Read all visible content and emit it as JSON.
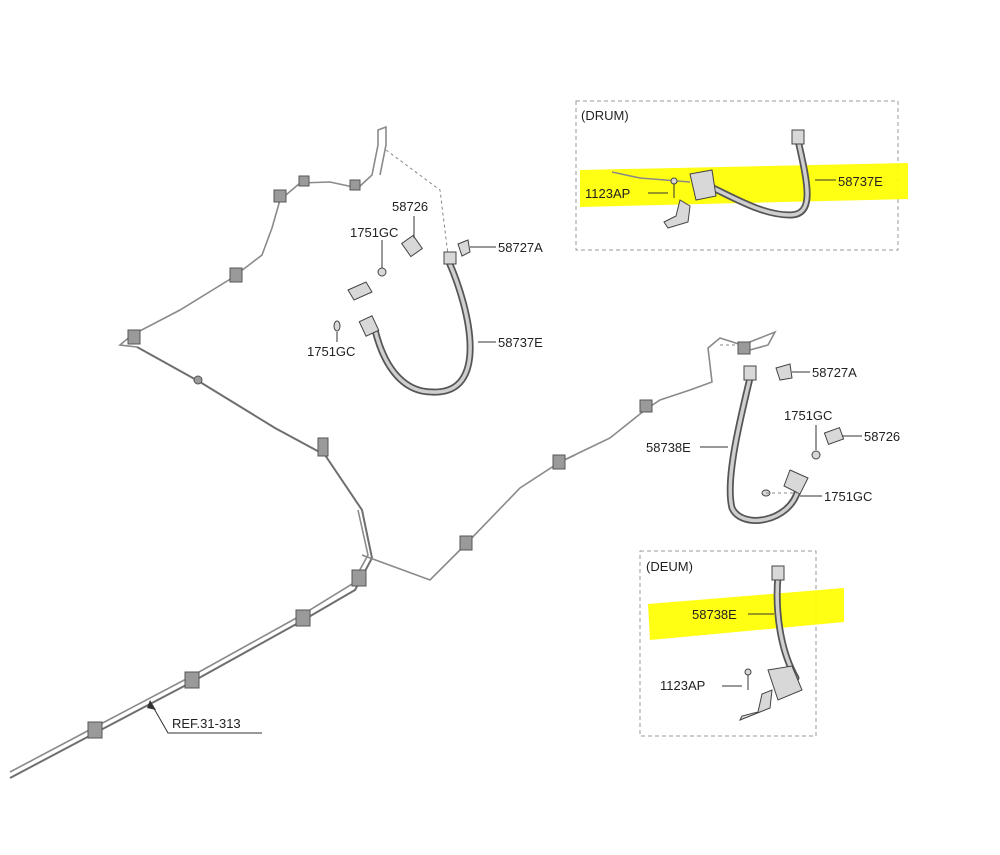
{
  "highlight_color": "#ffff00",
  "drum_box": {
    "title": "(DRUM)",
    "labels": {
      "bolt": "1123AP",
      "hose": "58737E"
    }
  },
  "deum_box": {
    "title": "(DEUM)",
    "labels": {
      "hose": "58738E",
      "bolt": "1123AP"
    }
  },
  "left_assembly": {
    "labels": {
      "fitting": "58726",
      "clip_upper": "1751GC",
      "bracket": "58727A",
      "clip_lower": "1751GC",
      "hose": "58737E"
    }
  },
  "right_assembly": {
    "labels": {
      "bracket": "58727A",
      "clip_upper": "1751GC",
      "fitting": "58726",
      "hose": "58738E",
      "clip_lower": "1751GC"
    }
  },
  "reference": {
    "label": "REF.31-313"
  }
}
